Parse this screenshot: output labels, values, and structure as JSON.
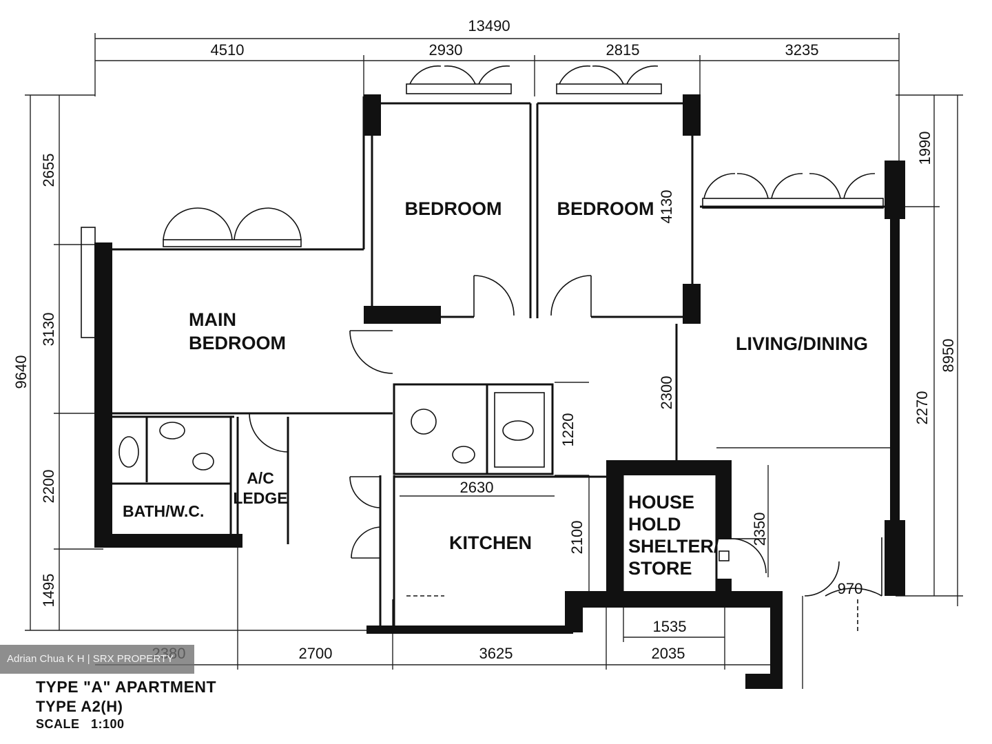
{
  "title": {
    "type_line": "TYPE \"A\" APARTMENT",
    "subtype_line": "TYPE A2(H)",
    "scale_line": "SCALE   1:100"
  },
  "watermark": "Adrian Chua K H | SRX PROPERTY",
  "rooms": {
    "bedroom_1": "BEDROOM",
    "bedroom_2": "BEDROOM",
    "main_bedroom_l1": "MAIN",
    "main_bedroom_l2": "BEDROOM",
    "living_dining": "LIVING/DINING",
    "bath_wc": "BATH/W.C.",
    "ac_ledge_l1": "A/C",
    "ac_ledge_l2": "LEDGE",
    "kitchen": "KITCHEN",
    "shelter_l1": "HOUSE",
    "shelter_l2": "HOLD",
    "shelter_l3": "SHELTER/",
    "shelter_l4": "STORE"
  },
  "dimensions": {
    "top_overall": "13490",
    "top_1": "4510",
    "top_2": "2930",
    "top_3": "2815",
    "top_4": "3235",
    "left_overall": "9640",
    "left_1": "2655",
    "left_2": "3130",
    "left_3": "2200",
    "left_4": "1495",
    "right_overall": "8950",
    "right_1": "1990",
    "right_2": "2270",
    "bedroom_height": "4130",
    "corridor": "2300",
    "bath_small": "1220",
    "kitchen_width": "2630",
    "kitchen_depth": "2100",
    "shelter_depth": "2350",
    "shelter_width": "1535",
    "door": "970",
    "bottom_1": "2380",
    "bottom_2": "2700",
    "bottom_3": "3625",
    "bottom_4": "2035"
  }
}
